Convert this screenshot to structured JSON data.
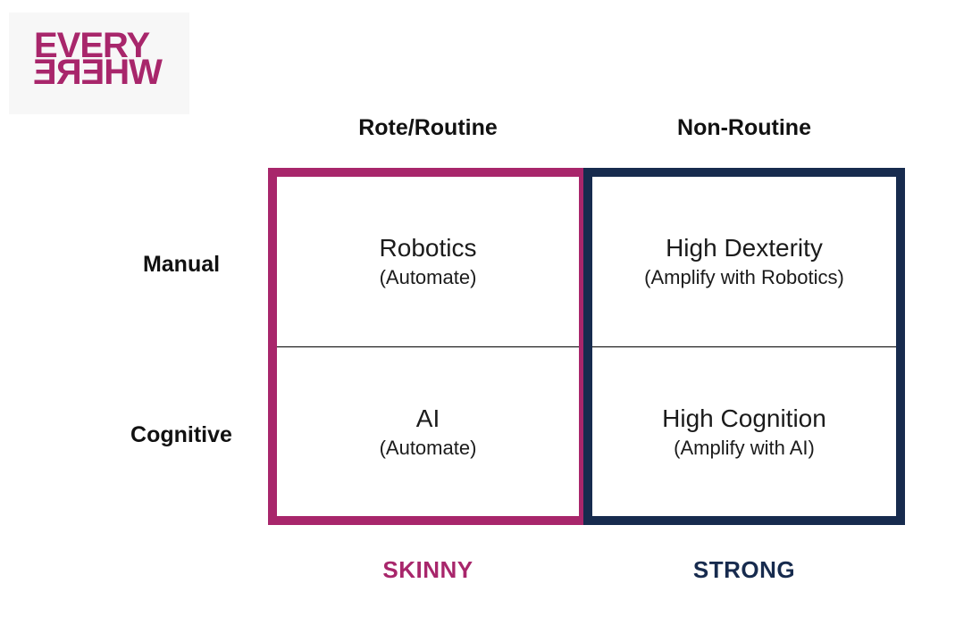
{
  "page": {
    "background_color": "#ffffff"
  },
  "logo": {
    "line1": "EVERY",
    "line2": "WHERE",
    "line2_note": "rendered mirrored (flipped horizontally)",
    "color": "#a8266b",
    "background_color": "#f7f7f7"
  },
  "matrix": {
    "column_headers": [
      {
        "label": "Rote/Routine"
      },
      {
        "label": "Non-Routine"
      }
    ],
    "row_labels": [
      {
        "label": "Manual"
      },
      {
        "label": "Cognitive"
      }
    ],
    "quadrants": [
      {
        "row": "Manual",
        "column": "Rote/Routine",
        "title": "Robotics",
        "subtitle": "(Automate)"
      },
      {
        "row": "Manual",
        "column": "Non-Routine",
        "title": "High Dexterity",
        "subtitle": "(Amplify with Robotics)"
      },
      {
        "row": "Cognitive",
        "column": "Rote/Routine",
        "title": "AI",
        "subtitle": "(Automate)"
      },
      {
        "row": "Cognitive",
        "column": "Non-Routine",
        "title": "High Cognition",
        "subtitle": "(Amplify with AI)"
      }
    ],
    "left_box_border_color": "#a8266b",
    "right_box_border_color": "#172b4e",
    "divider_color": "#000000"
  },
  "footer": {
    "left_label": "SKINNY",
    "right_label": "STRONG",
    "left_color": "#a8266b",
    "right_color": "#172b4e"
  }
}
